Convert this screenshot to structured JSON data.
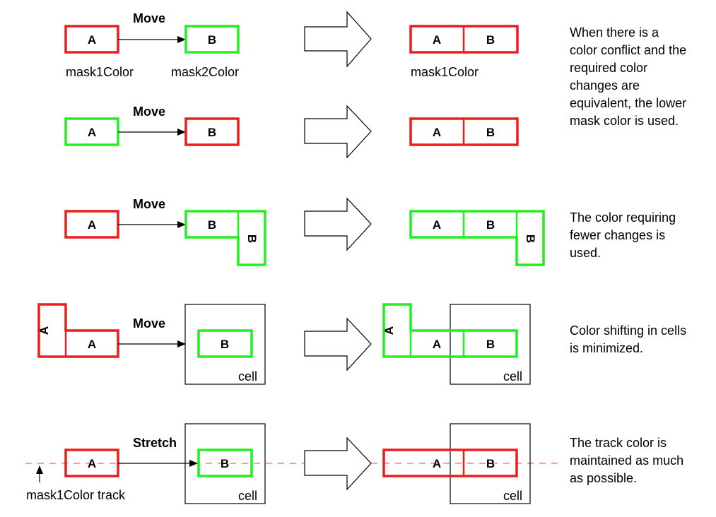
{
  "colors": {
    "mask1": "#ee1c1c",
    "mask2": "#22ee22",
    "cell": "#000000",
    "track": "#ee4444"
  },
  "labels": {
    "a": "A",
    "b": "B",
    "move": "Move",
    "stretch": "Stretch",
    "mask1": "mask1Color",
    "mask2": "mask2Color",
    "cell": "cell",
    "track": "mask1Color track"
  },
  "notes": {
    "row1": [
      "When there is a",
      "color conflict and the",
      "required color",
      "changes are",
      "equivalent, the lower",
      "mask color is used."
    ],
    "row3": [
      "The color requiring",
      "fewer changes is",
      "used."
    ],
    "row4": [
      "Color shifting in cells",
      "is minimized."
    ],
    "row5": [
      "The track color is",
      "maintained as much",
      "as possible."
    ]
  }
}
